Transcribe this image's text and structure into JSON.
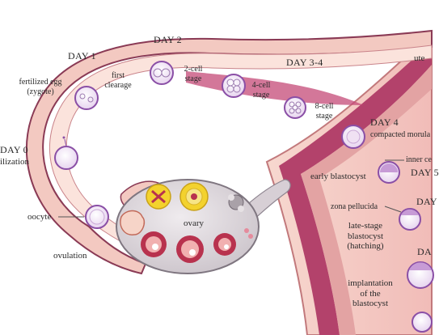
{
  "labels": {
    "day1": "DAY 1",
    "day2": "DAY 2",
    "day34": "DAY 3-4",
    "day0": "DAY 0",
    "fertilization_partial": "ilization",
    "day4": "DAY 4",
    "day_partial_a": "DAY 5",
    "day_partial_b": "DAY",
    "day_partial_c": "DA",
    "fertilized_egg": "fertilized egg",
    "zygote": "(zygote)",
    "first_cleavage_1": "first",
    "first_cleavage_2": "clearage",
    "two_cell_1": "2-cell",
    "two_cell_2": "stage",
    "four_cell_1": "4-cell",
    "four_cell_2": "stage",
    "eight_cell_1": "8-cell",
    "eight_cell_2": "stage",
    "compacted_morula": "compacted morula",
    "uterus_partial": "ute",
    "inner_cell_partial": "inner ce",
    "early_blastocyst": "early blastocyst",
    "zona_pellucida": "zona pellucida",
    "late_stage_1": "late-stage",
    "late_stage_2": "blastocyst",
    "late_stage_3": "(hatching)",
    "implantation_1": "implantation",
    "implantation_2": "of the",
    "implantation_3": "blastocyst",
    "oocyte": "oocyte",
    "ovary": "ovary",
    "ovulation": "ovulation"
  },
  "colors": {
    "tube_outer": "#8a3a55",
    "tube_fill": "#f6cfc8",
    "tube_inner": "#fbe3dc",
    "uterus_dark": "#9c2f5e",
    "uterus_mid": "#d98f8f",
    "ovary_fill": "#dcd6da",
    "cell_ring": "#8a4fa6",
    "cell_fill": "#f2e7f5",
    "follicle_red": "#b8324e",
    "follicle_yellow": "#f3d22e"
  }
}
